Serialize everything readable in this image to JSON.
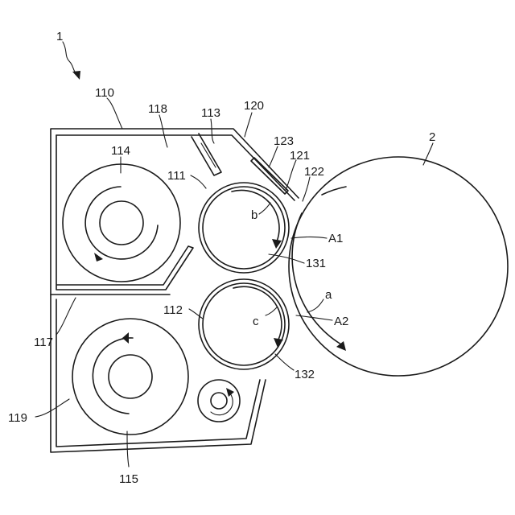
{
  "labels": {
    "device": "1",
    "housing": "110",
    "wall_118": "118",
    "blade_113": "113",
    "blade_120": "120",
    "part_123": "123",
    "part_121": "121",
    "part_122": "122",
    "drum": "2",
    "roller_114": "114",
    "roller_111": "111",
    "dir_b": "b",
    "nip_A1": "A1",
    "part_131": "131",
    "dir_a": "a",
    "roller_112": "112",
    "dir_c": "c",
    "nip_A2": "A2",
    "part_117": "117",
    "part_132": "132",
    "part_119": "119",
    "roller_115": "115"
  }
}
